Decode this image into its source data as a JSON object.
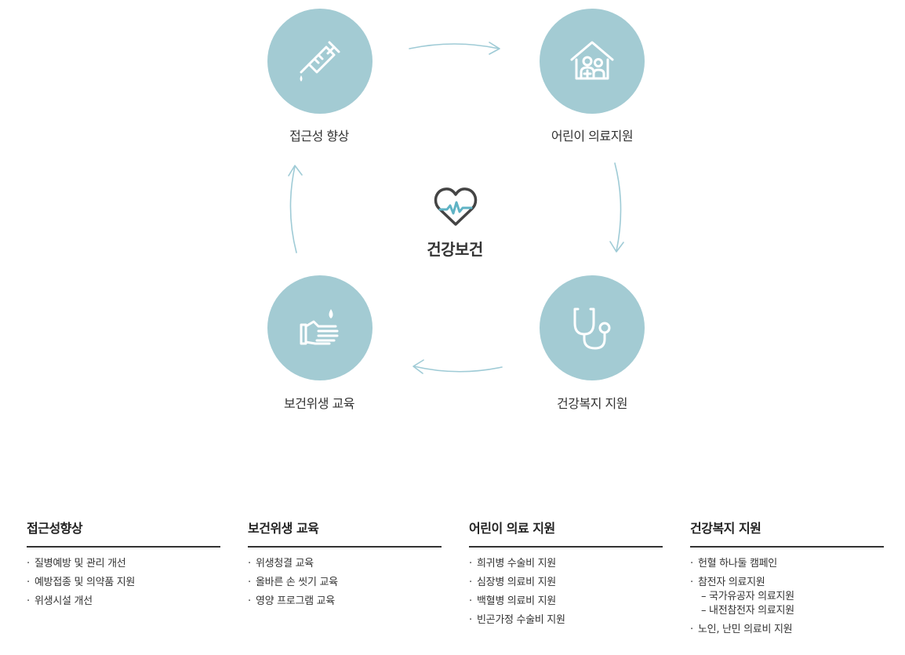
{
  "colors": {
    "circle_fill": "#a3cbd3",
    "arrow": "#9fcbd6",
    "heart_outline": "#444444",
    "heart_pulse": "#5fb3c5"
  },
  "diagram": {
    "center_title": "건강보건",
    "center_icon": "heart-pulse-icon",
    "nodes": [
      {
        "label": "접근성 향상",
        "icon": "syringe-icon"
      },
      {
        "label": "어린이 의료지원",
        "icon": "hospital-icon"
      },
      {
        "label": "건강복지 지원",
        "icon": "stethoscope-icon"
      },
      {
        "label": "보건위생 교육",
        "icon": "handwash-icon"
      }
    ]
  },
  "columns": [
    {
      "title": "접근성향상",
      "items": [
        {
          "text": "질병예방 및 관리 개선"
        },
        {
          "text": "예방접종 및 의약품 지원"
        },
        {
          "text": "위생시설 개선"
        }
      ]
    },
    {
      "title": "보건위생 교육",
      "items": [
        {
          "text": "위생청결 교육"
        },
        {
          "text": "올바른 손 씻기 교육"
        },
        {
          "text": "영양 프로그램 교육"
        }
      ]
    },
    {
      "title": "어린이 의료 지원",
      "items": [
        {
          "text": "희귀병 수술비 지원"
        },
        {
          "text": "심장병 의료비 지원"
        },
        {
          "text": "백혈병 의료비 지원"
        },
        {
          "text": "빈곤가정 수술비 지원"
        }
      ]
    },
    {
      "title": "건강복지 지원",
      "items": [
        {
          "text": "헌혈 하나둘 캠페인"
        },
        {
          "text": "참전자 의료지원",
          "subs": [
            "– 국가유공자 의료지원",
            "– 내전참전자 의료지원"
          ]
        },
        {
          "text": "노인, 난민 의료비 지원"
        }
      ]
    }
  ],
  "bullet": "·"
}
